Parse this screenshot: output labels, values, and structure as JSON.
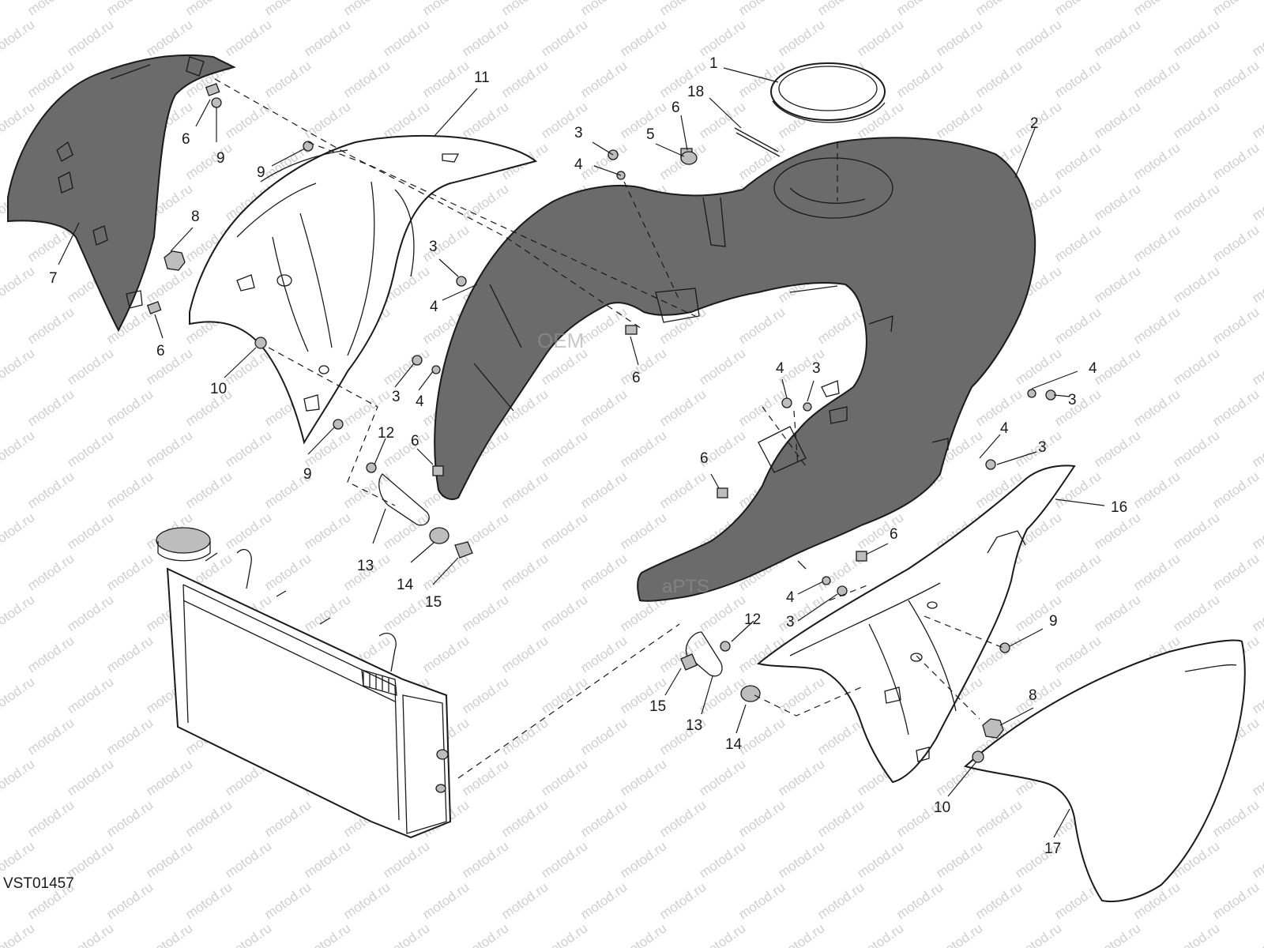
{
  "drawing": {
    "reference_code": "VST01457",
    "callouts": [
      {
        "id": "c1",
        "text": "1"
      },
      {
        "id": "c2",
        "text": "2"
      },
      {
        "id": "c3a",
        "text": "3"
      },
      {
        "id": "c3b",
        "text": "3"
      },
      {
        "id": "c3c",
        "text": "3"
      },
      {
        "id": "c3d",
        "text": "3"
      },
      {
        "id": "c3e",
        "text": "3"
      },
      {
        "id": "c3f",
        "text": "3"
      },
      {
        "id": "c3g",
        "text": "3"
      },
      {
        "id": "c4a",
        "text": "4"
      },
      {
        "id": "c4b",
        "text": "4"
      },
      {
        "id": "c4c",
        "text": "4"
      },
      {
        "id": "c4d",
        "text": "4"
      },
      {
        "id": "c4e",
        "text": "4"
      },
      {
        "id": "c4f",
        "text": "4"
      },
      {
        "id": "c4g",
        "text": "4"
      },
      {
        "id": "c5",
        "text": "5"
      },
      {
        "id": "c6a",
        "text": "6"
      },
      {
        "id": "c6b",
        "text": "6"
      },
      {
        "id": "c6c",
        "text": "6"
      },
      {
        "id": "c6d",
        "text": "6"
      },
      {
        "id": "c6e",
        "text": "6"
      },
      {
        "id": "c6f",
        "text": "6"
      },
      {
        "id": "c6g",
        "text": "6"
      },
      {
        "id": "c7",
        "text": "7"
      },
      {
        "id": "c8a",
        "text": "8"
      },
      {
        "id": "c8b",
        "text": "8"
      },
      {
        "id": "c9a",
        "text": "9"
      },
      {
        "id": "c9b",
        "text": "9"
      },
      {
        "id": "c9c",
        "text": "9"
      },
      {
        "id": "c9d",
        "text": "9"
      },
      {
        "id": "c10a",
        "text": "10"
      },
      {
        "id": "c10b",
        "text": "10"
      },
      {
        "id": "c11",
        "text": "11"
      },
      {
        "id": "c12a",
        "text": "12"
      },
      {
        "id": "c12b",
        "text": "12"
      },
      {
        "id": "c13a",
        "text": "13"
      },
      {
        "id": "c13b",
        "text": "13"
      },
      {
        "id": "c14a",
        "text": "14"
      },
      {
        "id": "c14b",
        "text": "14"
      },
      {
        "id": "c15a",
        "text": "15"
      },
      {
        "id": "c15b",
        "text": "15"
      },
      {
        "id": "c16",
        "text": "16"
      },
      {
        "id": "c17",
        "text": "17"
      },
      {
        "id": "c18",
        "text": "18"
      }
    ]
  },
  "watermark": {
    "text": "motod.ru",
    "brand_text": "OEM",
    "brand_text_2": "aPTS"
  },
  "colors": {
    "line": "#1a1a1a",
    "part_fill": "#6b6b6b",
    "watermark": "#cfcfcf"
  }
}
